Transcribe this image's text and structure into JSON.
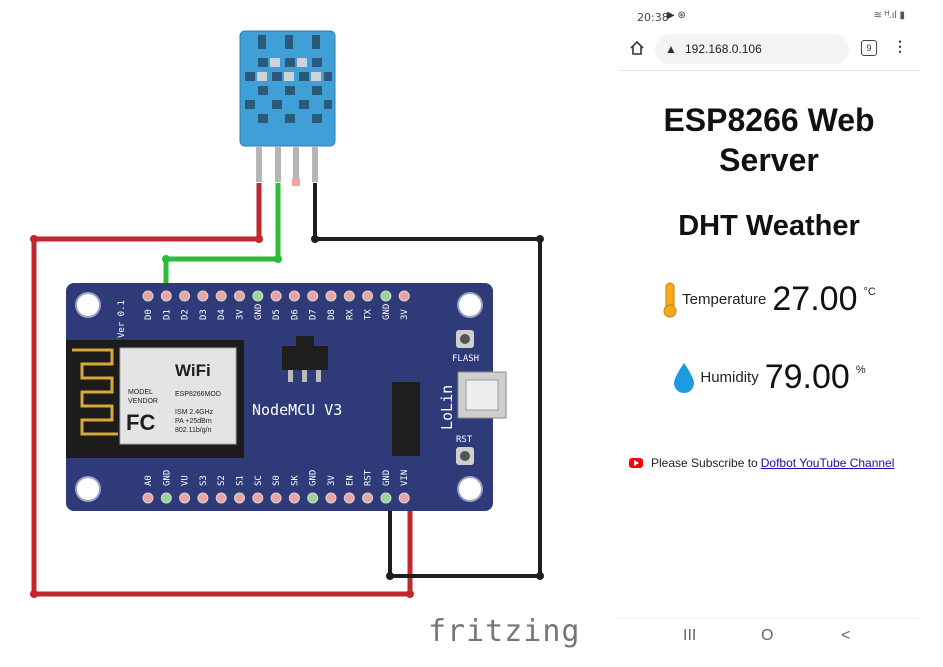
{
  "diagram": {
    "watermark": "fritzing",
    "board": {
      "name": "NodeMCU V3",
      "brand": "LoLin",
      "version": "Ver 0.1",
      "flash_label": "FLASH",
      "rst_label": "RST",
      "wifi_text": "WiFi",
      "module_lines": [
        "MODEL",
        "VENDOR",
        "ESP8266MOD",
        "ISM  2.4GHz",
        "PA  +25dBm",
        "802.11b/g/n"
      ],
      "fc_text": "FC",
      "top_pins": [
        "D0",
        "D1",
        "D2",
        "D3",
        "D4",
        "3V",
        "GND",
        "D5",
        "D6",
        "D7",
        "D8",
        "RX",
        "TX",
        "GND",
        "3V"
      ],
      "bottom_pins": [
        "A0",
        "GND",
        "VU",
        "S3",
        "S2",
        "S1",
        "SC",
        "S0",
        "SK",
        "GND",
        "3V",
        "EN",
        "RST",
        "GND",
        "VIN"
      ]
    }
  },
  "phone": {
    "status_time": "20:38",
    "status_icons_left": "▶ ⊛",
    "status_icons_right": "≋ ᴴ.ıl ▮",
    "url": "192.168.0.106",
    "tab_count": "9",
    "menu_icon": "⋮",
    "title_line1": "ESP8266 Web",
    "title_line2": "Server",
    "subtitle": "DHT Weather",
    "temperature": {
      "label": "Temperature",
      "value": "27.00",
      "unit": "°C"
    },
    "humidity": {
      "label": "Humidity",
      "value": "79.00",
      "unit": "%"
    },
    "subscribe_text": "Please Subscribe to",
    "subscribe_link": "Dofbot YouTube Channel",
    "nav": {
      "recents": "III",
      "home": "O",
      "back": "<"
    },
    "colors": {
      "thermometer": "#f7a81b",
      "droplet": "#1e9ae0",
      "youtube": "#ff0000",
      "link": "#1a0dab"
    }
  }
}
